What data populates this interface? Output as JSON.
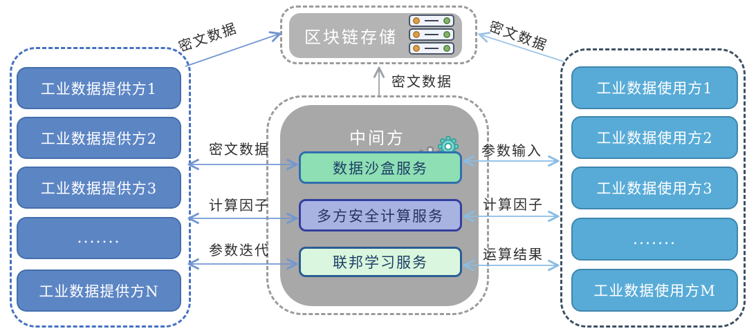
{
  "left_group": {
    "items": [
      {
        "label": "工业数据提供方1"
      },
      {
        "label": "工业数据提供方2"
      },
      {
        "label": "工业数据提供方3"
      },
      {
        "label": "......."
      },
      {
        "label": "工业数据提供方N"
      }
    ]
  },
  "right_group": {
    "items": [
      {
        "label": "工业数据使用方1"
      },
      {
        "label": "工业数据使用方2"
      },
      {
        "label": "工业数据使用方3"
      },
      {
        "label": "......."
      },
      {
        "label": "工业数据使用方M"
      }
    ]
  },
  "blockchain": {
    "title": "区块链存储",
    "icon": "server-stack-icon"
  },
  "middle": {
    "title": "中间方",
    "icon": "gears-icon",
    "services": [
      {
        "label": "数据沙盒服务"
      },
      {
        "label": "多方安全计算服务"
      },
      {
        "label": "联邦学习服务"
      }
    ]
  },
  "arrow_labels": {
    "top_left": "密文数据",
    "top_right": "密文数据",
    "center_vertical": "密文数据",
    "left": [
      {
        "label": "密文数据"
      },
      {
        "label": "计算因子"
      },
      {
        "label": "参数迭代"
      }
    ],
    "right": [
      {
        "label": "参数输入"
      },
      {
        "label": "计算因子"
      },
      {
        "label": "运算结果"
      }
    ]
  },
  "colors": {
    "provider_box": "#5c85c4",
    "consumer_box": "#58abd7",
    "provider_dash": "#4471c2",
    "consumer_dash": "#3d4f63",
    "middle_bg": "#a8a8a8",
    "blockchain_bg": "#b4b4b4",
    "service_sandbox": "#8edfb4",
    "service_mpc": "#a9b3e2",
    "service_fl": "#daf6de",
    "arrow_left": "#7296d2",
    "arrow_right": "#88bce4",
    "arrow_gray": "#9aa0a6"
  }
}
